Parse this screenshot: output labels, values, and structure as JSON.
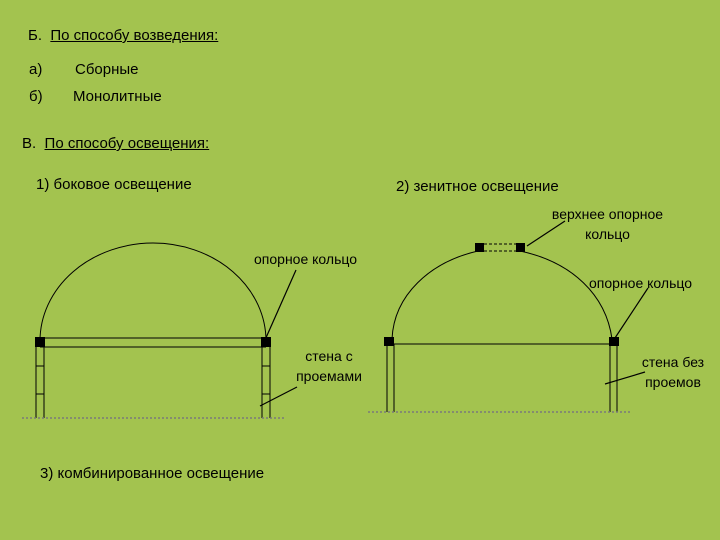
{
  "section_b": {
    "letter": "Б",
    "title": "По способу возведения:",
    "items": [
      {
        "marker": "а)",
        "text": "Сборные"
      },
      {
        "marker": "б)",
        "text": "Монолитные"
      }
    ]
  },
  "section_v": {
    "letter": "В",
    "title": "По способу освещения:"
  },
  "side_lighting": "1) боковое освещение",
  "zenith_lighting": "2) зенитное освещение",
  "combined_lighting": "3) комбинированное освещение",
  "labels": {
    "support_ring_left": "опорное кольцо",
    "wall_openings_line1": "стена с",
    "wall_openings_line2": "проемами",
    "upper_ring_line1": "верхнее опорное",
    "upper_ring_line2": "кольцо",
    "support_ring_right": "опорное кольцо",
    "wall_no_openings_line1": "стена без",
    "wall_no_openings_line2": "проемов"
  }
}
